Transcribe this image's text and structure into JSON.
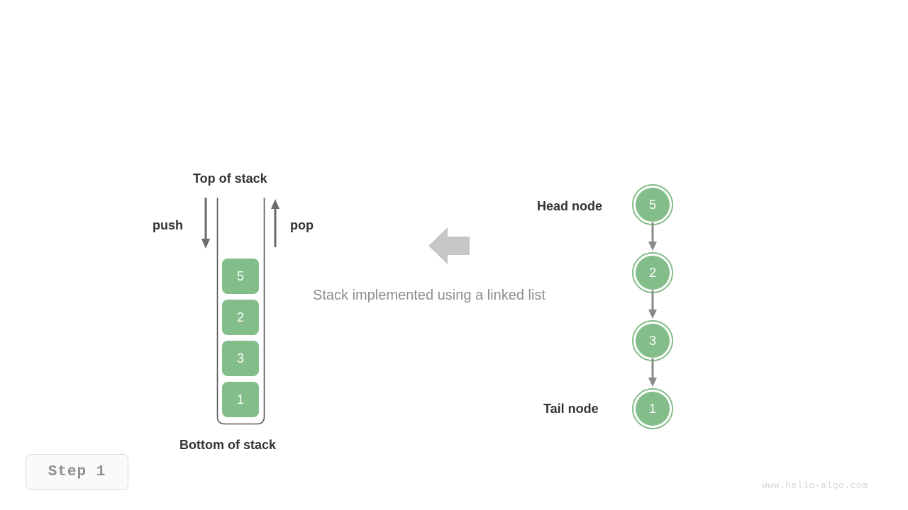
{
  "diagram": {
    "caption": "Stack implemented using a linked list",
    "step_badge": "Step  1",
    "watermark": "www.hello-algo.com",
    "colors": {
      "node_green": "#82bd8a",
      "arrow_gray": "#6b6b6b",
      "block_arrow_gray": "#c6c6c6",
      "text_dark": "#333333",
      "text_muted": "#8e8e8e",
      "background": "#ffffff"
    }
  },
  "stack": {
    "top_label": "Top of stack",
    "bottom_label": "Bottom of stack",
    "push_label": "push",
    "pop_label": "pop",
    "cells": [
      {
        "value": "5"
      },
      {
        "value": "2"
      },
      {
        "value": "3"
      },
      {
        "value": "1"
      }
    ]
  },
  "linked_list": {
    "head_label": "Head node",
    "tail_label": "Tail node",
    "nodes": [
      {
        "value": "5"
      },
      {
        "value": "2"
      },
      {
        "value": "3"
      },
      {
        "value": "1"
      }
    ]
  }
}
